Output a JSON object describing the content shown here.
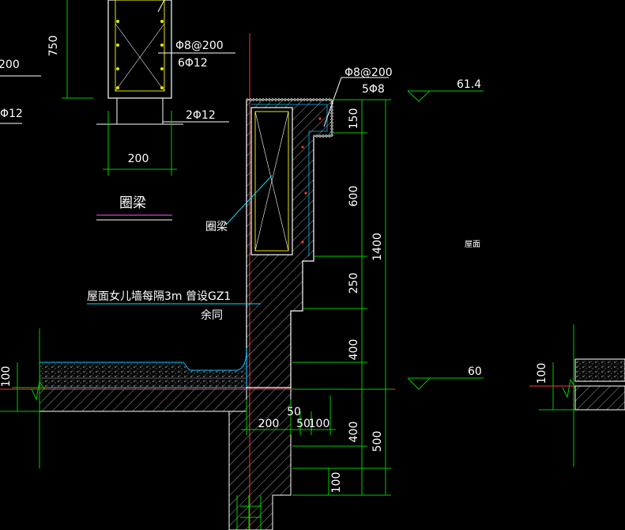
{
  "drawing": {
    "colors": {
      "background": "#000000",
      "dimension": "#00cc00",
      "outline": "#ffffff",
      "leader": "#00e5ff",
      "axis": "#ff3333",
      "hatch": "#bfbfbf",
      "title_underline": "#d040d0",
      "concrete_edge": "#00bfff",
      "rebar_dot": "#ff3333",
      "marker_yellow": "#e6e600"
    },
    "texts": {
      "dim_750": "750",
      "ring_beam_stirrup": "Φ8@200",
      "ring_beam_long": "6Φ12",
      "left_edge_200": "200",
      "left_edge_12": "Φ12",
      "ring_beam_bottom": "2Φ12",
      "ring_beam_width": "200",
      "ring_beam_title": "圈梁",
      "ring_beam_leader": "圈梁",
      "parapet_stirrup": "Φ8@200",
      "parapet_long": "5Φ8",
      "elev_top": "61.4",
      "elev_roof": "60",
      "dim_150": "150",
      "dim_600": "600",
      "dim_1400": "1400",
      "dim_250": "250",
      "dim_400_upper": "400",
      "note_line1": "屋面女儿墙每隔3m 曾设GZ1",
      "note_line2": "余同",
      "roof_label": "屋面",
      "dim_100_left": "100",
      "dim_50": "50",
      "dim_200_bottom": "200",
      "dim_50_bottom": "50",
      "dim_100_bottom": "100",
      "dim_400_lower": "400",
      "dim_500": "500",
      "dim_100_lower": "100",
      "dim_100_right": "100"
    }
  }
}
